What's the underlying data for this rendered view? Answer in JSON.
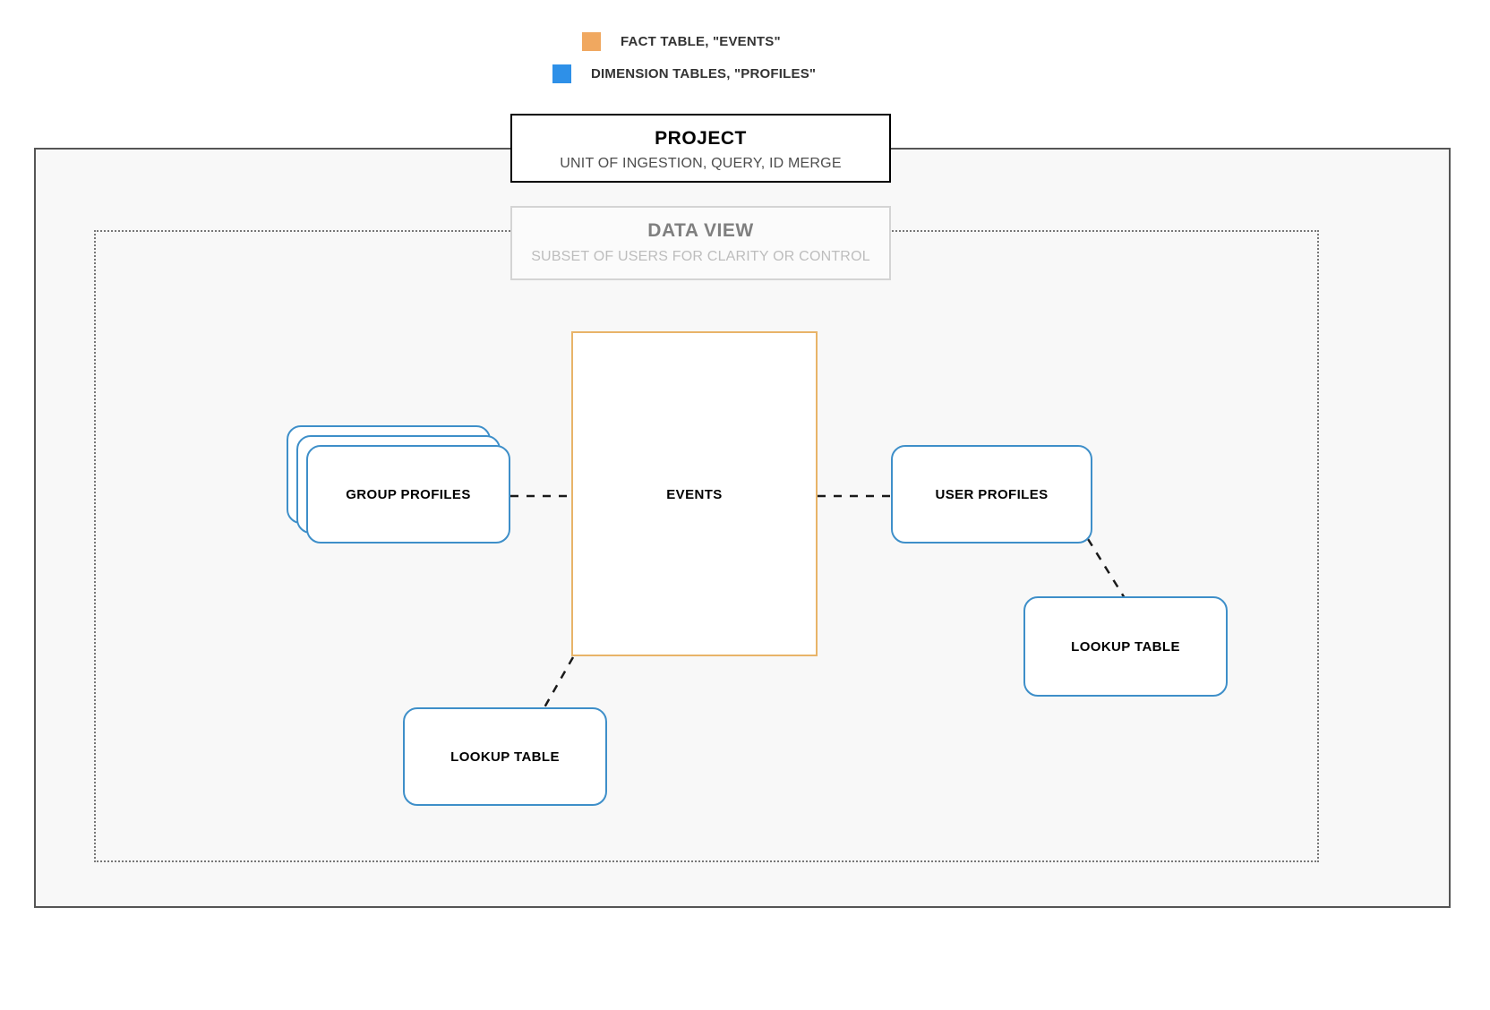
{
  "legend": {
    "items": [
      {
        "label": "FACT TABLE, \"EVENTS\"",
        "color": "#f0a860",
        "icon": "legend-swatch-orange"
      },
      {
        "label": "DIMENSION TABLES, \"PROFILES\"",
        "color": "#2e90e8",
        "icon": "legend-swatch-blue"
      }
    ]
  },
  "project": {
    "title": "PROJECT",
    "subtitle": "UNIT OF INGESTION, QUERY, ID MERGE",
    "border_color": "#000000"
  },
  "data_view": {
    "title": "DATA VIEW",
    "subtitle": "SUBSET OF USERS FOR CLARITY OR CONTROL",
    "border_color": "#d4d4d4",
    "title_color": "#7f7f7f",
    "subtitle_color": "#bdbdbd"
  },
  "nodes": {
    "events": {
      "label": "EVENTS",
      "border_color": "#e8b469",
      "type": "fact-table"
    },
    "group_profiles": {
      "label": "GROUP PROFILES",
      "border_color": "#3e8fc9",
      "type": "dimension-table-stack",
      "stack_count": 3
    },
    "user_profiles": {
      "label": "USER PROFILES",
      "border_color": "#3e8fc9",
      "type": "dimension-table"
    },
    "lookup_table_left": {
      "label": "LOOKUP TABLE",
      "border_color": "#3e8fc9",
      "type": "lookup-table"
    },
    "lookup_table_right": {
      "label": "LOOKUP TABLE",
      "border_color": "#3e8fc9",
      "type": "lookup-table"
    }
  },
  "connectors": [
    {
      "name": "group-profiles-to-events",
      "style": "dashed",
      "color": "#1a1a1a"
    },
    {
      "name": "events-to-user-profiles",
      "style": "dashed",
      "color": "#1a1a1a"
    },
    {
      "name": "user-profiles-to-lookup-right",
      "style": "dashed",
      "color": "#1a1a1a"
    },
    {
      "name": "events-to-lookup-left",
      "style": "dashed",
      "color": "#1a1a1a"
    }
  ]
}
